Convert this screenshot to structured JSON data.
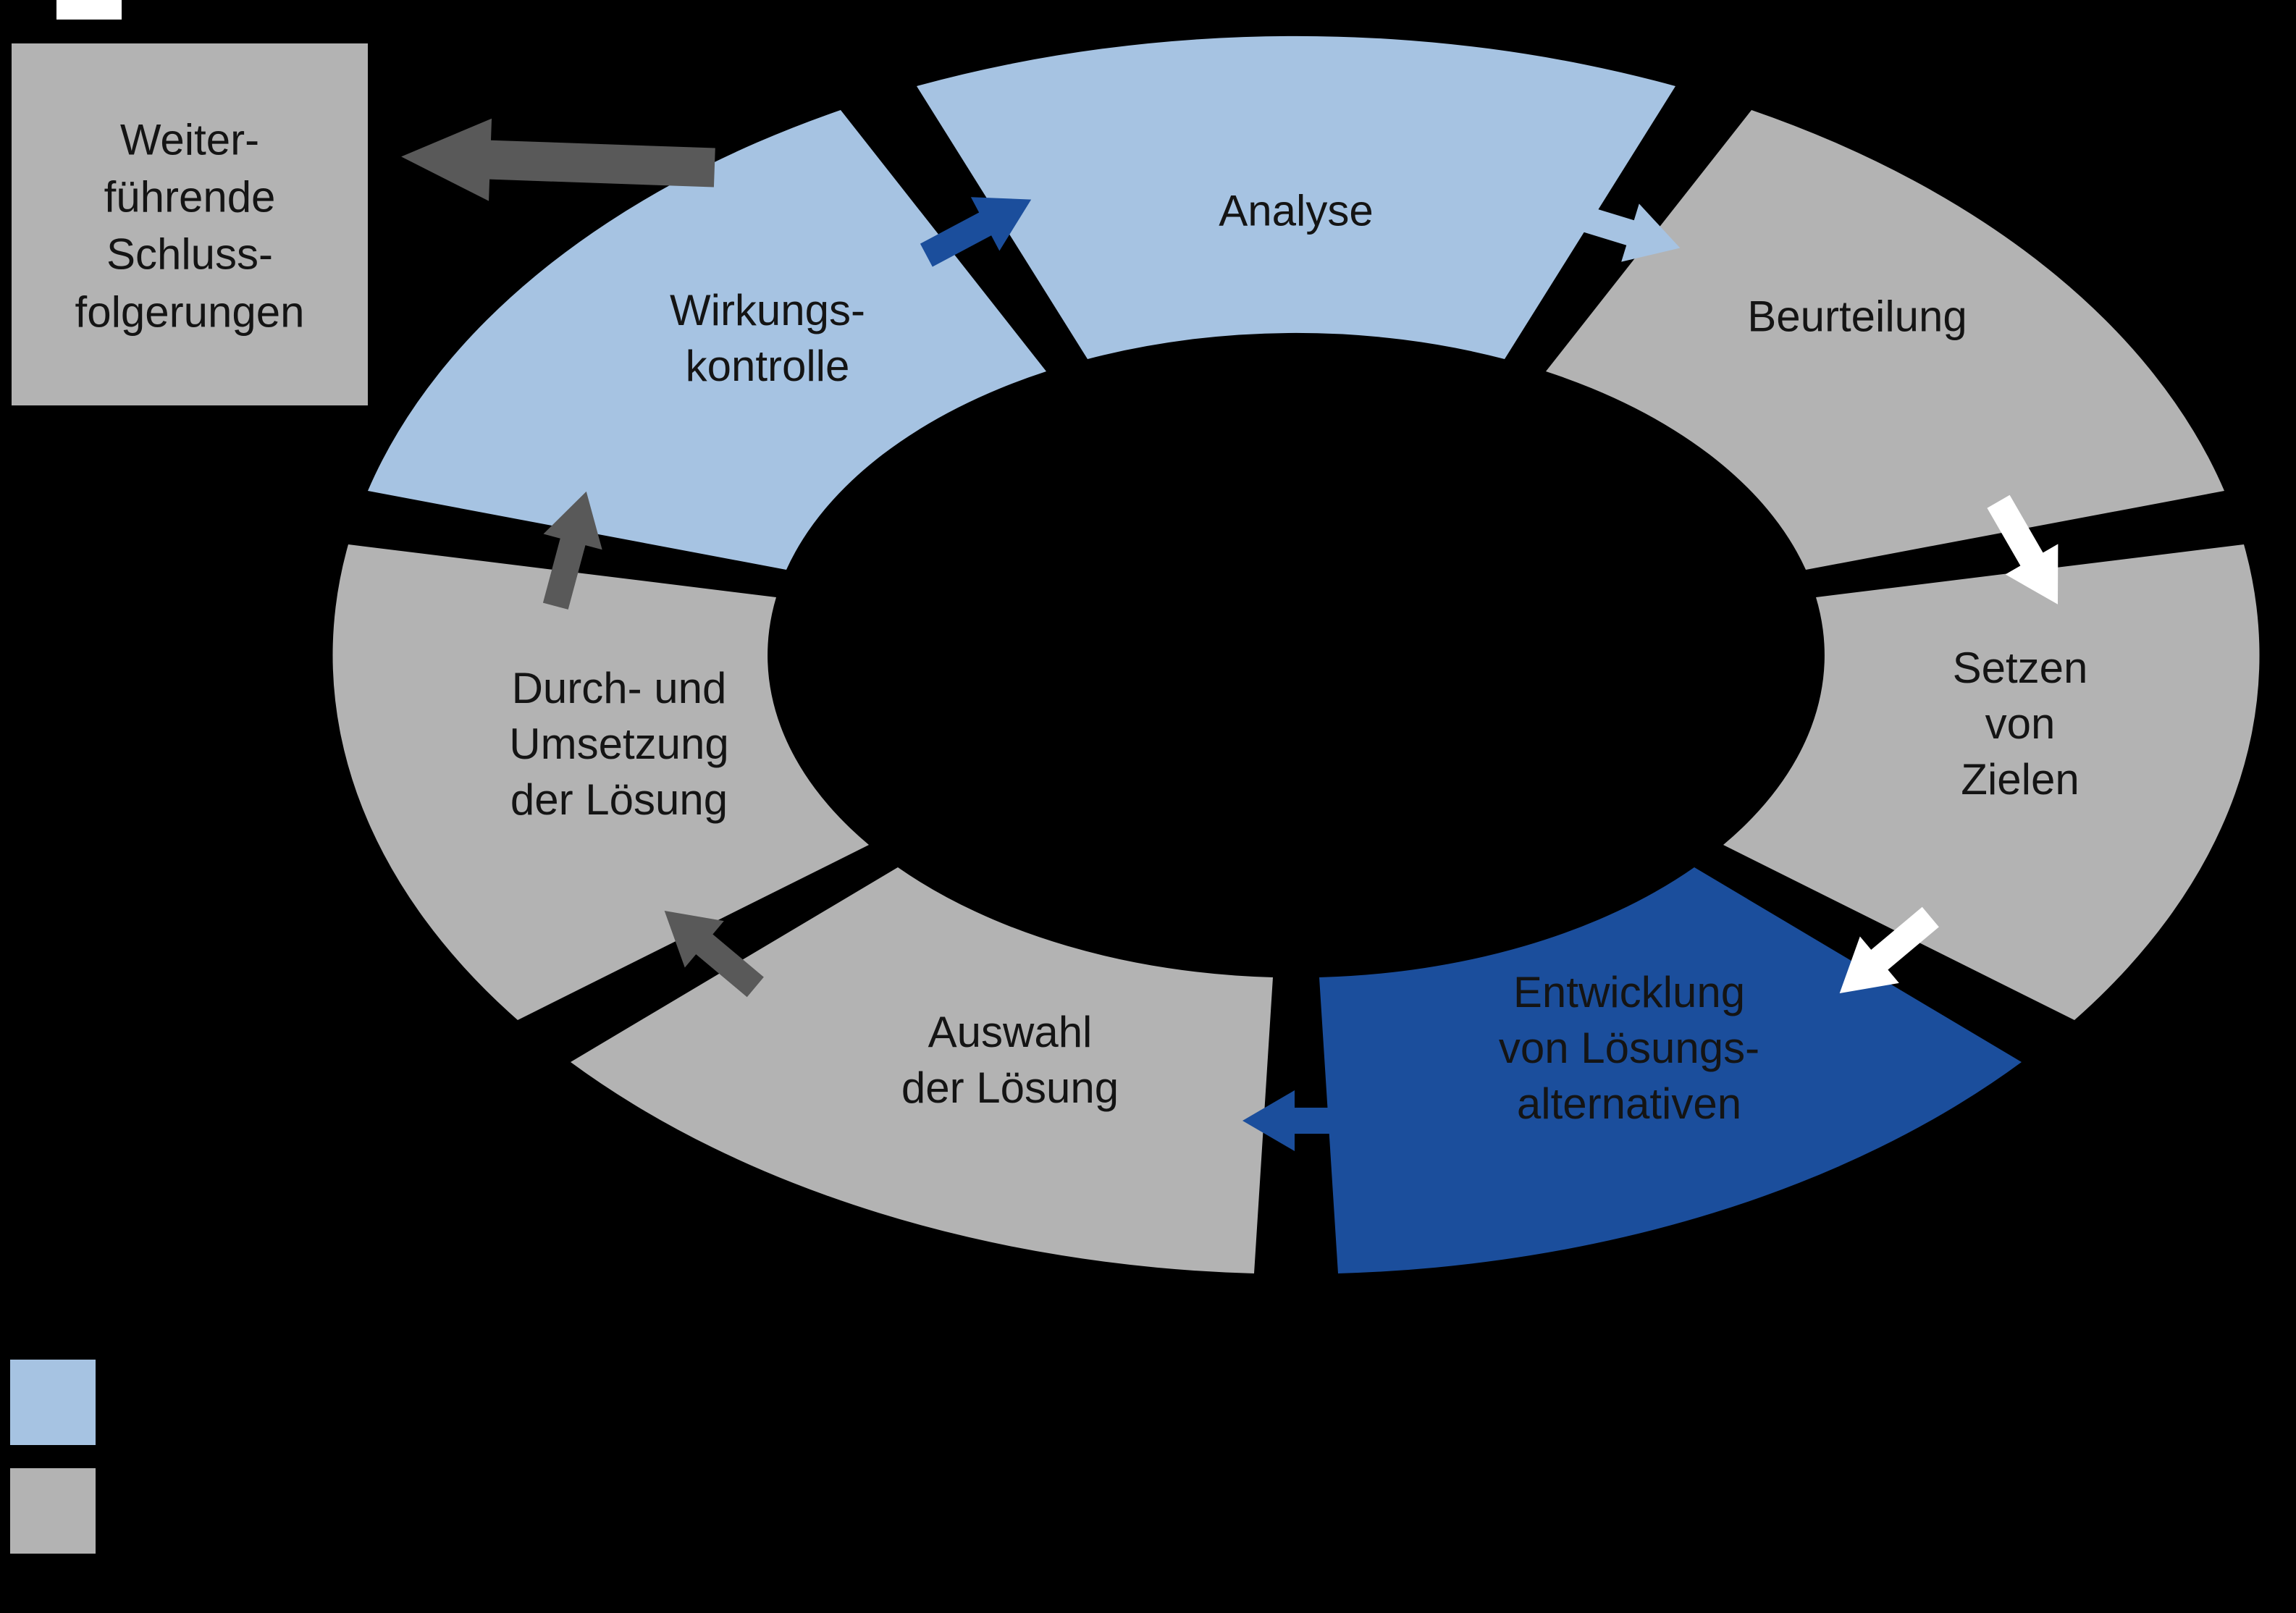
{
  "colors": {
    "background": "#000000",
    "light_blue": "#a6c3e2",
    "gray": "#b3b3b3",
    "dark_blue": "#1b4e9c",
    "dark_gray": "#595959",
    "white": "#ffffff",
    "text": "#141414"
  },
  "result_box": {
    "label": "Weiter-\nführende\nSchluss-\nfolgerungen",
    "color": "#b3b3b3"
  },
  "segments": [
    {
      "id": "analyse",
      "label": "Analyse",
      "color": "#a6c3e2"
    },
    {
      "id": "beurteilung",
      "label": "Beurteilung",
      "color": "#b3b3b3"
    },
    {
      "id": "setzen",
      "label": "Setzen\nvon\nZielen",
      "color": "#b3b3b3"
    },
    {
      "id": "entwicklung",
      "label": "Entwicklung\nvon Lösungs-\nalternativen",
      "color": "#1b4e9c"
    },
    {
      "id": "auswahl",
      "label": "Auswahl\nder Lösung",
      "color": "#b3b3b3"
    },
    {
      "id": "durchsetzung",
      "label": "Durch- und\nUmsetzung\nder Lösung",
      "color": "#b3b3b3"
    },
    {
      "id": "wirkung",
      "label": "Wirkungs-\nkontrolle",
      "color": "#a6c3e2"
    }
  ],
  "arrows": [
    {
      "name": "wirkungskontrolle-to-analyse",
      "color": "#1b4e9c"
    },
    {
      "name": "analyse-to-beurteilung",
      "color": "#a6c3e2"
    },
    {
      "name": "beurteilung-to-setzen",
      "color": "#ffffff"
    },
    {
      "name": "setzen-to-entwicklung",
      "color": "#ffffff"
    },
    {
      "name": "entwicklung-to-auswahl",
      "color": "#1b4e9c"
    },
    {
      "name": "auswahl-to-durchsetzung",
      "color": "#595959"
    },
    {
      "name": "durchsetzung-to-wirkungskontrolle",
      "color": "#595959"
    },
    {
      "name": "wirkungskontrolle-to-schlussfolgerungen",
      "color": "#595959"
    }
  ],
  "legend": {
    "swatches": [
      {
        "color": "#a6c3e2"
      },
      {
        "color": "#b3b3b3"
      }
    ]
  },
  "decor": {
    "top_rect_color": "#ffffff"
  }
}
